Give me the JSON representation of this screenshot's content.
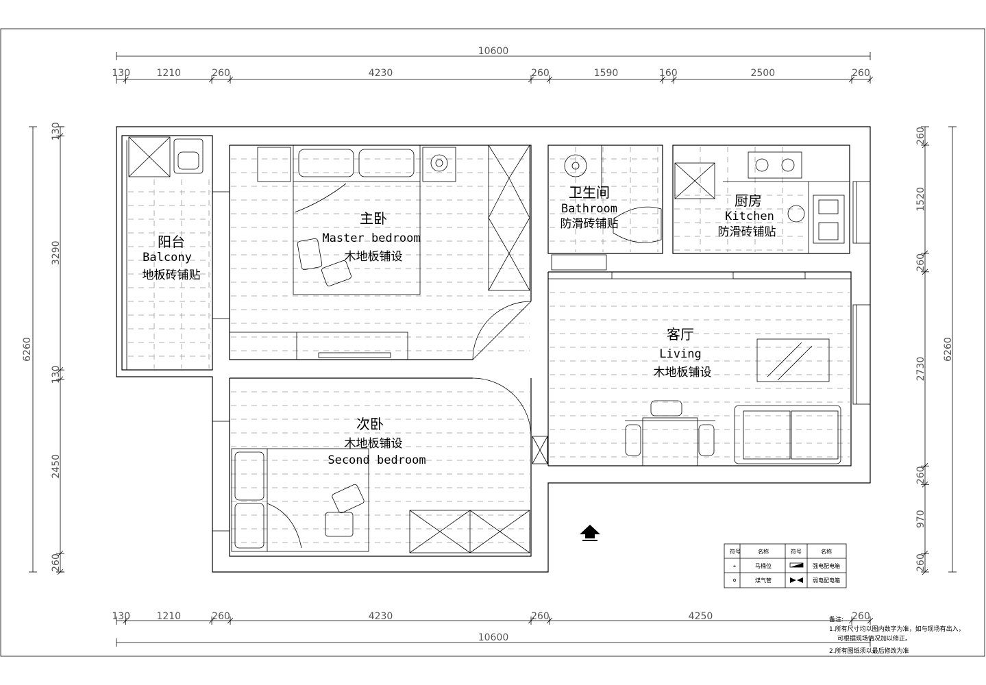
{
  "dimensions": {
    "top_total": "10600",
    "top_segments": [
      "130",
      "1210",
      "260",
      "4230",
      "260",
      "1590",
      "160",
      "2500",
      "260"
    ],
    "bottom_total": "10600",
    "bottom_segments": [
      "130",
      "1210",
      "260",
      "4230",
      "260",
      "4250",
      "260"
    ],
    "left_total": "6260",
    "left_segments": [
      "130",
      "3290",
      "130",
      "2450",
      "260"
    ],
    "right_total": "6260",
    "right_segments": [
      "260",
      "1520",
      "260",
      "2730",
      "260",
      "970",
      "260"
    ]
  },
  "rooms": {
    "balcony": {
      "cn": "阳台",
      "en": "Balcony",
      "floor": "地板砖铺贴"
    },
    "master": {
      "cn": "主卧",
      "en": "Master bedroom",
      "floor": "木地板铺设"
    },
    "bathroom": {
      "cn": "卫生间",
      "en": "Bathroom",
      "floor": "防滑砖铺贴"
    },
    "kitchen": {
      "cn": "厨房",
      "en": "Kitchen",
      "floor": "防滑砖铺贴"
    },
    "living": {
      "cn": "客厅",
      "en": "Living",
      "floor": "木地板铺设"
    },
    "second": {
      "cn": "次卧",
      "en": "Second bedroom",
      "floor": "木地板铺设"
    }
  },
  "legend": {
    "headers": [
      "符号",
      "名称",
      "符号",
      "名称"
    ],
    "rows": [
      {
        "name1": "马桶位",
        "name2": "强电配电箱"
      },
      {
        "name1": "煤气管",
        "name2": "弱电配电箱"
      }
    ]
  },
  "notes": {
    "title": "备注:",
    "line1": "1.所有尺寸均以图内数字为准，如与现场有出入，",
    "line2": "可根据现场情况加以修正。",
    "line3": "2.所有图纸须以最后修改为准"
  },
  "icons": {
    "north": "north-arrow-icon"
  }
}
